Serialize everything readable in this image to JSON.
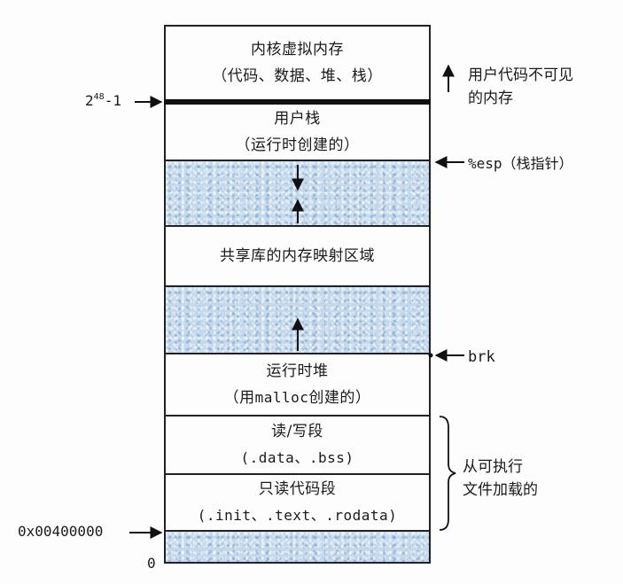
{
  "segments": {
    "kernel": {
      "line1": "内核虚拟内存",
      "line2": "（代码、数据、堆、栈）"
    },
    "user_stack": {
      "line1": "用户栈",
      "line2": "（运行时创建的）"
    },
    "shared_libs": {
      "line1": "共享库的内存映射区域"
    },
    "heap": {
      "line1": "运行时堆",
      "line2_prefix": "（用",
      "line2_code": "malloc",
      "line2_suffix": "创建的）"
    },
    "rw_segment": {
      "line1": "读/写段",
      "line2": "(.data、.bss)"
    },
    "ro_segment": {
      "line1": "只读代码段",
      "line2": "(.init、.text、.rodata)"
    }
  },
  "address_labels": {
    "top_base": "2",
    "top_exp": "48",
    "top_suffix": "-1",
    "start": "0x00400000",
    "zero": "0"
  },
  "pointer_labels": {
    "esp": "%esp（栈指针）",
    "brk": "brk"
  },
  "annotations": {
    "invisible_line1": "用户代码不可见",
    "invisible_line2": "的内存",
    "loaded_line1": "从可执行",
    "loaded_line2": "文件加载的"
  }
}
